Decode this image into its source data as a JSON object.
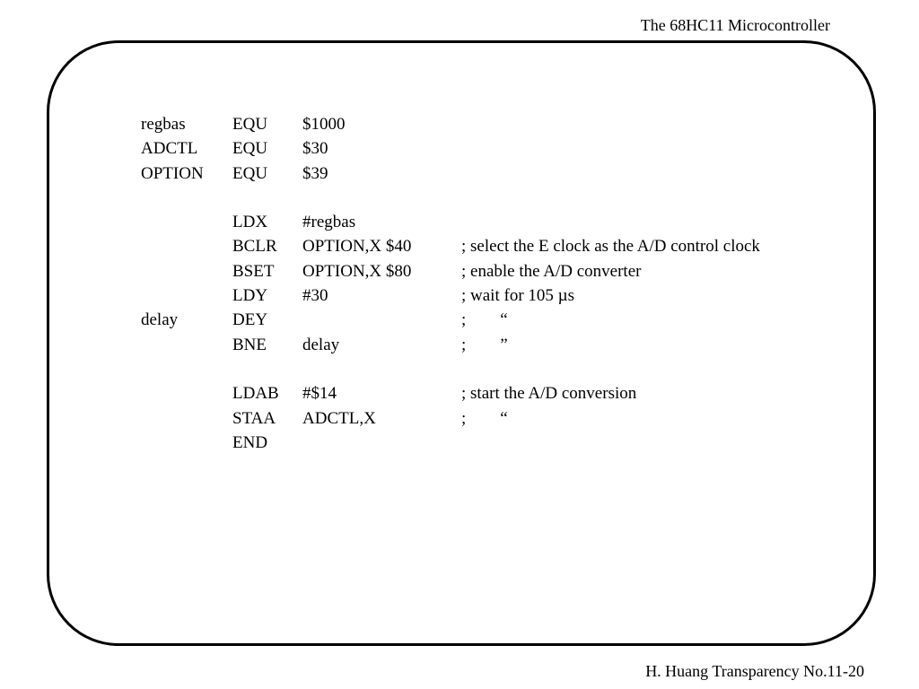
{
  "header": {
    "title": "The 68HC11 Microcontroller"
  },
  "code": {
    "lines": [
      {
        "label": "regbas",
        "op": "EQU",
        "arg": "$1000",
        "comment": ""
      },
      {
        "label": "ADCTL",
        "op": "EQU",
        "arg": "$30",
        "comment": ""
      },
      {
        "label": "OPTION",
        "op": "EQU",
        "arg": "$39",
        "comment": ""
      },
      {
        "label": "",
        "op": "",
        "arg": "",
        "comment": ""
      },
      {
        "label": "",
        "op": "LDX",
        "arg": "#regbas",
        "comment": ""
      },
      {
        "label": "",
        "op": "BCLR",
        "arg": "OPTION,X $40",
        "comment": "; select the E clock as the A/D control clock"
      },
      {
        "label": "",
        "op": "BSET",
        "arg": "OPTION,X $80",
        "comment": "; enable the A/D converter"
      },
      {
        "label": "",
        "op": "LDY",
        "arg": "#30",
        "comment": "; wait for 105 µs"
      },
      {
        "label": "delay",
        "op": "DEY",
        "arg": "",
        "comment": ";        “"
      },
      {
        "label": "",
        "op": "BNE",
        "arg": "delay",
        "comment": ";        ”"
      },
      {
        "label": "",
        "op": "",
        "arg": "",
        "comment": ""
      },
      {
        "label": "",
        "op": "LDAB",
        "arg": "#$14",
        "comment": "; start the A/D conversion"
      },
      {
        "label": "",
        "op": "STAA",
        "arg": "ADCTL,X",
        "comment": ";        “"
      },
      {
        "label": "",
        "op": "END",
        "arg": "",
        "comment": ""
      }
    ]
  },
  "footer": {
    "text": "H. Huang Transparency No.11-20"
  }
}
